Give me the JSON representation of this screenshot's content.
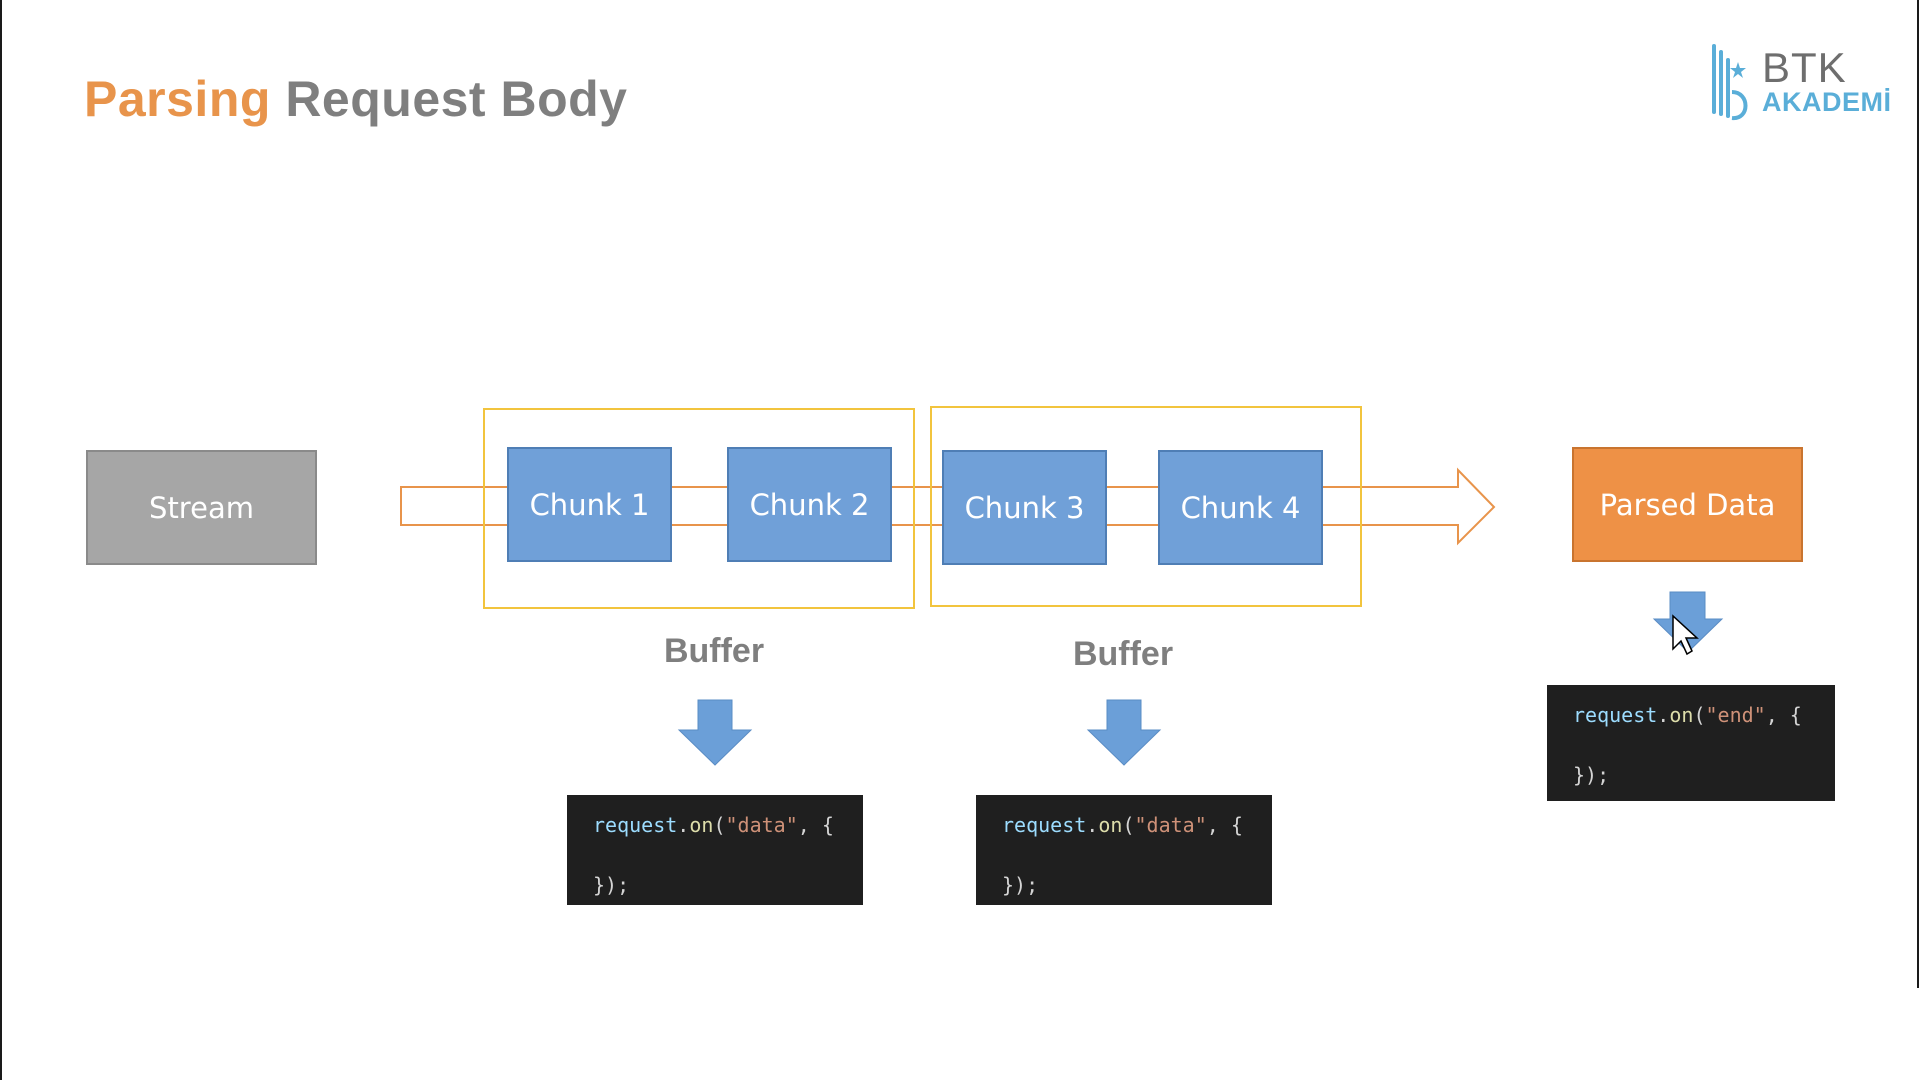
{
  "slide": {
    "title_accent": "Parsing",
    "title_rest": "Request Body"
  },
  "logo": {
    "line1": "BTK",
    "line2": "AKADEMİ",
    "icon": "btk-logo-icon"
  },
  "diagram": {
    "stream_label": "Stream",
    "chunks": [
      "Chunk 1",
      "Chunk 2",
      "Chunk 3",
      "Chunk 4"
    ],
    "parsed_label": "Parsed Data",
    "buffers": [
      "Buffer",
      "Buffer"
    ]
  },
  "code_blocks": [
    {
      "object": "request",
      "dot": ".",
      "method": "on",
      "open": "(",
      "event": "\"data\"",
      "rest": ", {",
      "close": "});"
    },
    {
      "object": "request",
      "dot": ".",
      "method": "on",
      "open": "(",
      "event": "\"data\"",
      "rest": ", {",
      "close": "});"
    },
    {
      "object": "request",
      "dot": ".",
      "method": "on",
      "open": "(",
      "event": "\"end\"",
      "rest": ", {",
      "close": "});"
    }
  ],
  "colors": {
    "accent_orange": "#E8944B",
    "title_gray": "#7f7f7f",
    "chunk_blue": "#70A0D8",
    "stream_gray": "#A6A6A6",
    "parsed_orange": "#EE9146",
    "buffer_outline": "#F2C43D",
    "code_bg": "#1f1f1f",
    "logo_blue": "#5aaed8"
  }
}
